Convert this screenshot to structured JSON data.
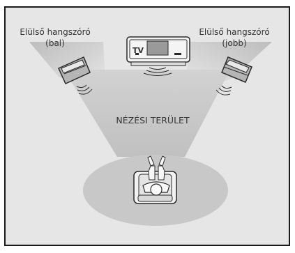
{
  "labels": {
    "front_left_line1": "Elülső hangszóró",
    "front_left_line2": "(bal)",
    "front_right_line1": "Elülső hangszóró",
    "front_right_line2": "(jobb)",
    "tv": "TV",
    "viewing_area": "NÉZÉSI TERÜLET"
  },
  "colors": {
    "frame_background": "#e6e6e6",
    "frame_border": "#1a1a1a",
    "listening_area": "#c8c8c8",
    "speaker_body": "#b5b5b5",
    "outline": "#2a2a2a"
  },
  "icons": {
    "left_speaker": "speaker-icon",
    "right_speaker": "speaker-icon",
    "tv": "tv-icon",
    "listener": "person-in-armchair-icon"
  }
}
